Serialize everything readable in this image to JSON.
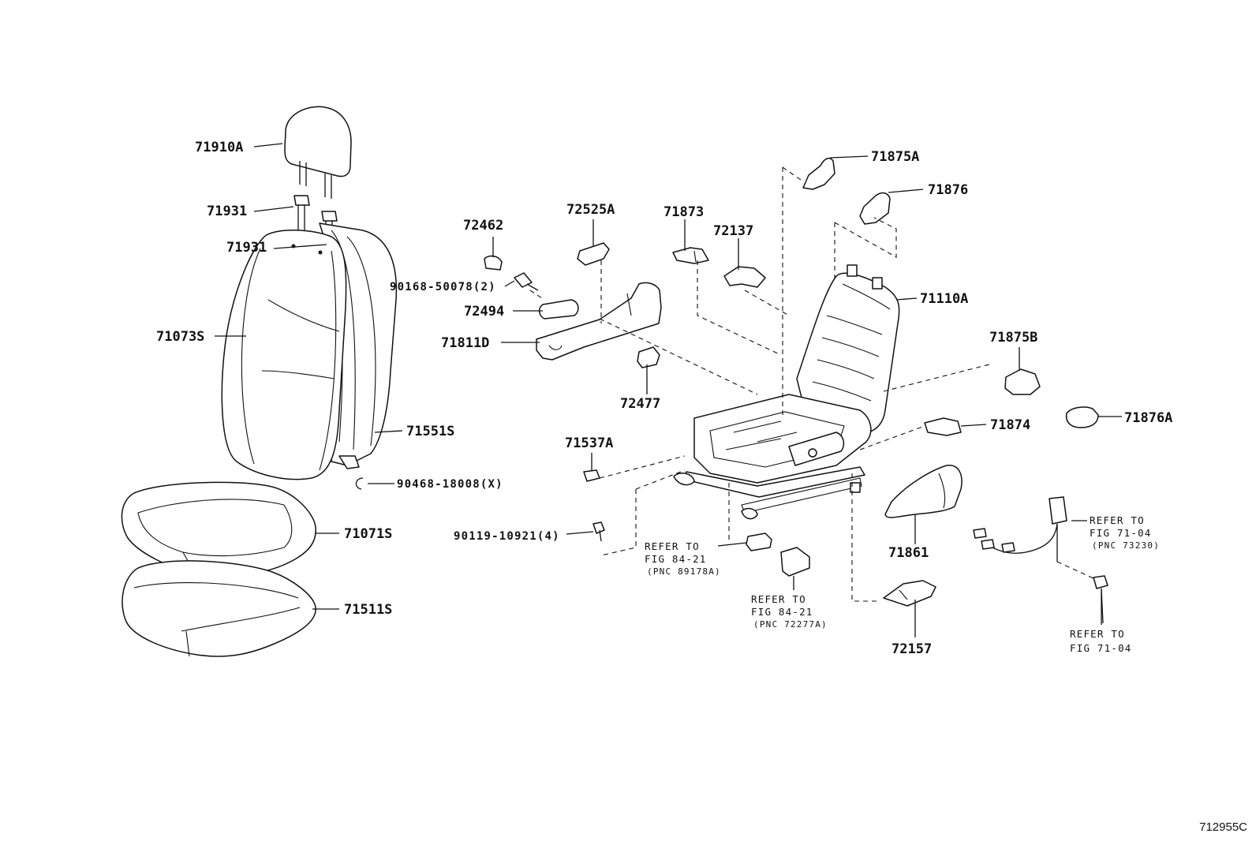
{
  "labels": {
    "p71910A": "71910A",
    "p71931a": "71931",
    "p71931b": "71931",
    "p71073S": "71073S",
    "p71551S": "71551S",
    "p90468": "90468-18008(X)",
    "p71071S": "71071S",
    "p71511S": "71511S",
    "p72462": "72462",
    "p72525A": "72525A",
    "p90168": "90168-50078(2)",
    "p72494": "72494",
    "p71811D": "71811D",
    "p72477": "72477",
    "p71873": "71873",
    "p72137": "72137",
    "p71875A": "71875A",
    "p71876": "71876",
    "p71110A": "71110A",
    "p71875B": "71875B",
    "p71876A": "71876A",
    "p71874": "71874",
    "p71537A": "71537A",
    "p90119": "90119-10921(4)",
    "p71861": "71861",
    "p72157": "72157"
  },
  "references": {
    "r1_line1": "REFER TO",
    "r1_line2": "FIG 84-21",
    "r1_line3": "(PNC 89178A)",
    "r2_line1": "REFER TO",
    "r2_line2": "FIG 84-21",
    "r2_line3": "(PNC 72277A)",
    "r3_line1": "REFER TO",
    "r3_line2": "FIG 71-04",
    "r3_line3": "(PNC 73230)",
    "r4_line1": "REFER TO",
    "r4_line2": "FIG 71-04"
  },
  "diagram_code": "712955C"
}
